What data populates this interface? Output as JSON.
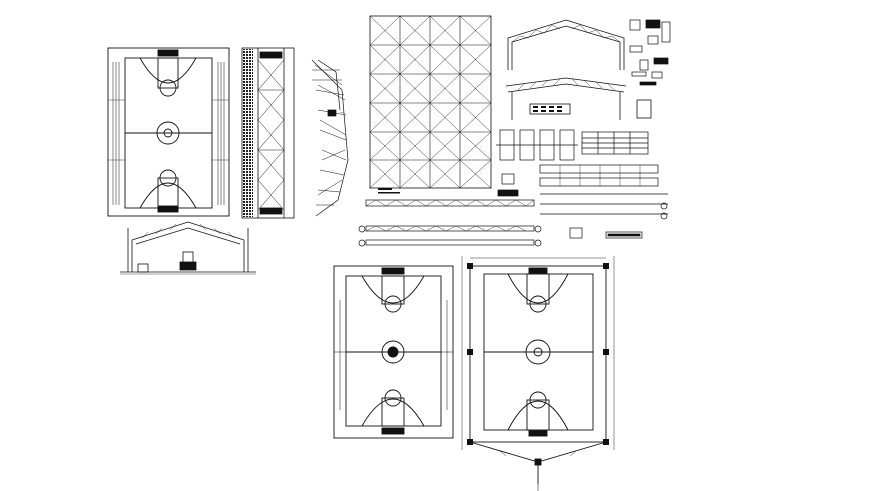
{
  "sheet": {
    "background": "#ffffff",
    "ink": "#111111",
    "drawings": [
      {
        "id": "court-plan-top-left",
        "kind": "basketball-court-plan"
      },
      {
        "id": "long-elevation",
        "kind": "side-elevation"
      },
      {
        "id": "roof-truss-side-view",
        "kind": "truss-perspective"
      },
      {
        "id": "roof-framing-plan",
        "kind": "truss-grid-plan"
      },
      {
        "id": "portal-frame-elevation-top",
        "kind": "arched-truss-frame"
      },
      {
        "id": "portal-frame-elevation-lower",
        "kind": "truss-frame-with-details"
      },
      {
        "id": "connection-details",
        "kind": "detail-blocks"
      },
      {
        "id": "purlin-strip-details",
        "kind": "horizontal-strips"
      },
      {
        "id": "cross-section-small",
        "kind": "section-with-backboard"
      },
      {
        "id": "court-plan-center",
        "kind": "basketball-court-plan"
      },
      {
        "id": "court-plan-right",
        "kind": "basketball-court-plan-with-columns"
      }
    ]
  }
}
